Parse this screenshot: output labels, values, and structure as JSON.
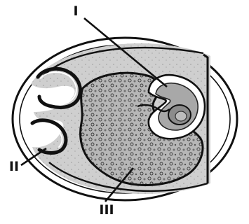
{
  "diagram": {
    "labels": {
      "label_I": "I",
      "label_II": "II",
      "label_III": "III"
    },
    "colors": {
      "ink": "#111111",
      "lightFill": "#d9d9d9",
      "speckleFill": "#bdbdbd",
      "granuleFill": "#9e9e9e",
      "embryoFill": "#a8a8a8",
      "embryoCore": "#8c8c8c",
      "white": "#ffffff"
    }
  }
}
